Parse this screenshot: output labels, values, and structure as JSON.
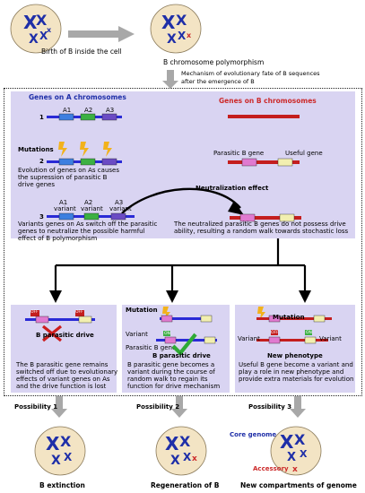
{
  "top": {
    "birth_label": "Birth of B inside the cell",
    "polymorphism_label": "B chromosome polymorphism",
    "mechanism_line1": "Mechanism of evolutionary fate of B sequences",
    "mechanism_line2": "after the emergence of B"
  },
  "genes_a": {
    "title": "Genes on A chromosomes",
    "row1": "1",
    "row2": "2",
    "row3": "3",
    "labels": [
      "A1",
      "A2",
      "A3"
    ],
    "variant_labels": [
      "A1",
      "A2",
      "A3"
    ],
    "variant_word": "variant",
    "mutations_label": "Mutations",
    "evolution_text_1": "Evolution of genes on As causes",
    "evolution_text_2": "the supression of parasitic B",
    "evolution_text_3": "drive genes",
    "variants_text_1": "Variants genes on As switch off the parasitic",
    "variants_text_2": "genes to neutralize the possible harmful",
    "variants_text_3": "effect of B polymorphism"
  },
  "genes_b": {
    "title": "Genes on B chromosomes",
    "parasitic_label": "Parasitic B gene",
    "useful_label": "Useful gene",
    "neutralization_label": "Neutralization effect",
    "neutral_text_1": "The neutralized parasitic B genes do not possess drive",
    "neutral_text_2": "ability, resulting a random walk towards stochastic loss"
  },
  "box1": {
    "off1": "OFF",
    "off2": "OFF",
    "drive_label": "B parasitic drive",
    "text_1": "The B parasitic gene remains",
    "text_2": "switched off due to evolutionary",
    "text_3": "effects of variant genes on As",
    "text_4": "and the drive function is lost"
  },
  "box2": {
    "mutation_label": "Mutation",
    "variant_label": "Variant",
    "on_label": "ON",
    "parasitic_label": "Parasitic B gene",
    "drive_label": "B parasitic drive",
    "text_1": "B parasitic gene becomes a",
    "text_2": "variant during the course of",
    "text_3": "random walk to regain its",
    "text_4": "function for drive mechanism"
  },
  "box3": {
    "mutation_label": "Mutation",
    "variant_left": "Variant",
    "variant_right": "Variant",
    "on_label": "ON",
    "off_label": "OFF",
    "phenotype_label": "New phenotype",
    "text_1": "Useful B gene become a variant and",
    "text_2": "play a role in new phenotype and",
    "text_3": "provide extra materials for evolution"
  },
  "outcomes": {
    "possibility_1": "Possibility 1",
    "possibility_2": "Possibility 2",
    "possibility_3": "Possibility 3",
    "result_1": "B extinction",
    "result_2": "Regeneration of B",
    "result_3": "New compartments of genome",
    "core_genome": "Core genome",
    "accessory": "Accessory"
  },
  "colors": {
    "panel": "#d9d4f2",
    "blue_bar": "#2a2ad6",
    "red_bar": "#c41e1e",
    "gene_blue": "#3d7fe0",
    "gene_green": "#3cb043",
    "gene_purple": "#6b4bc4",
    "gene_pink": "#e07ad0",
    "gene_yellow": "#f2efb0",
    "bolt": "#f2b21c"
  }
}
